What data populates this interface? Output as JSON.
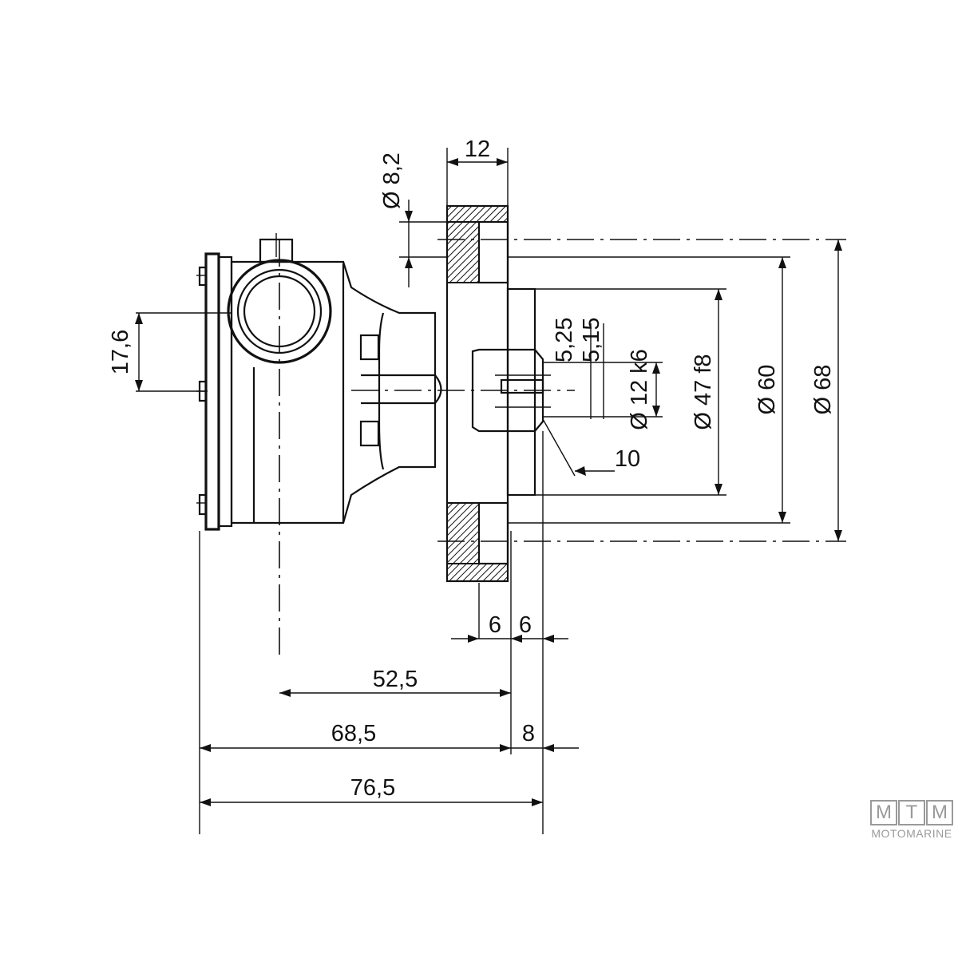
{
  "drawing": {
    "dimensions": {
      "bolt_hole_diameter": "Ø 8,2",
      "flange_thickness": "12",
      "port_offset": "17,6",
      "key_depth_a": "5,25",
      "key_depth_b": "5,15",
      "shaft_diameter": "Ø 12 k6",
      "pilot_diameter": "Ø 47 f8",
      "bolt_circle": "Ø 60",
      "flange_diameter": "Ø 68",
      "shaft_key_length": "10",
      "spigot_depth": "6",
      "flange_offset": "6",
      "port_to_flange": "52,5",
      "body_length": "68,5",
      "shaft_length": "8",
      "overall_length": "76,5"
    }
  },
  "logo": {
    "letters": [
      "M",
      "T",
      "M"
    ],
    "word": "MOTOMARINE"
  }
}
